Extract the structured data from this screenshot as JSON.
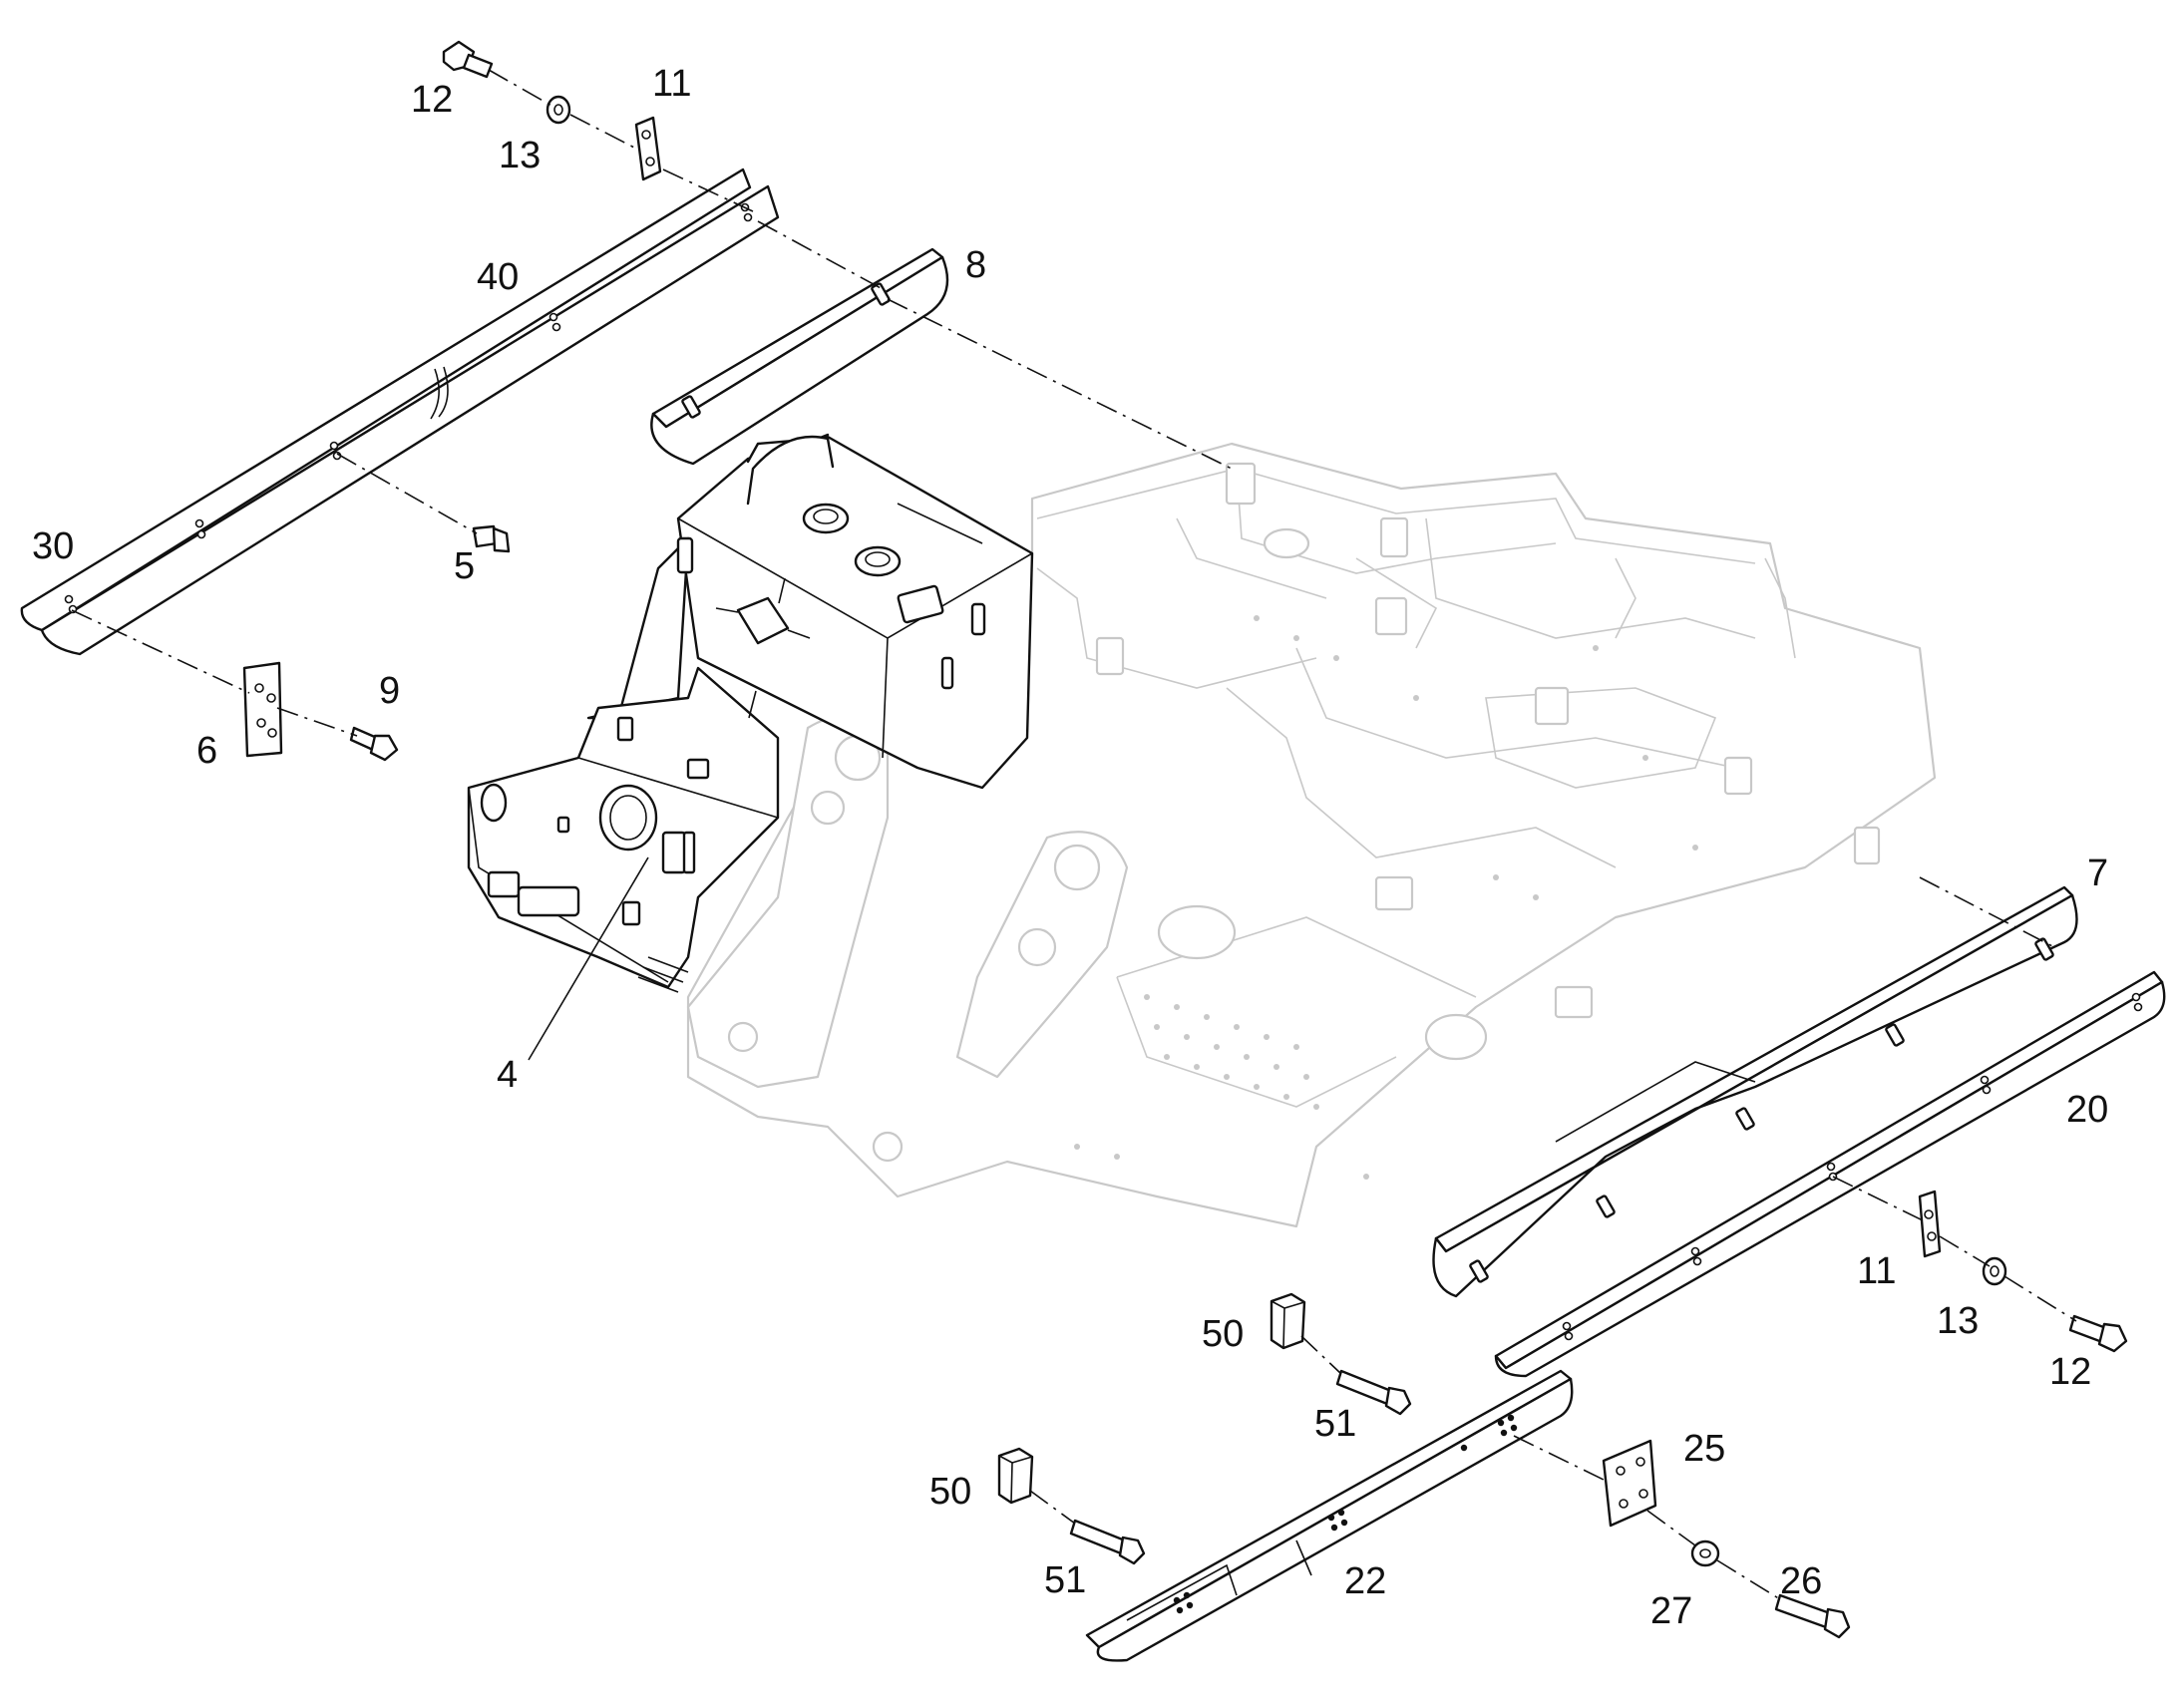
{
  "callouts": [
    {
      "id": "c12a",
      "text": "12"
    },
    {
      "id": "c11a",
      "text": "11"
    },
    {
      "id": "c13a",
      "text": "13"
    },
    {
      "id": "c40",
      "text": "40"
    },
    {
      "id": "c8",
      "text": "8"
    },
    {
      "id": "c30",
      "text": "30"
    },
    {
      "id": "c5",
      "text": "5"
    },
    {
      "id": "c9",
      "text": "9"
    },
    {
      "id": "c6",
      "text": "6"
    },
    {
      "id": "c4",
      "text": "4"
    },
    {
      "id": "c7",
      "text": "7"
    },
    {
      "id": "c20",
      "text": "20"
    },
    {
      "id": "c11b",
      "text": "11"
    },
    {
      "id": "c13b",
      "text": "13"
    },
    {
      "id": "c12b",
      "text": "12"
    },
    {
      "id": "c50a",
      "text": "50"
    },
    {
      "id": "c51a",
      "text": "51"
    },
    {
      "id": "c25",
      "text": "25"
    },
    {
      "id": "c50b",
      "text": "50"
    },
    {
      "id": "c51b",
      "text": "51"
    },
    {
      "id": "c22",
      "text": "22"
    },
    {
      "id": "c27",
      "text": "27"
    },
    {
      "id": "c26",
      "text": "26"
    }
  ]
}
